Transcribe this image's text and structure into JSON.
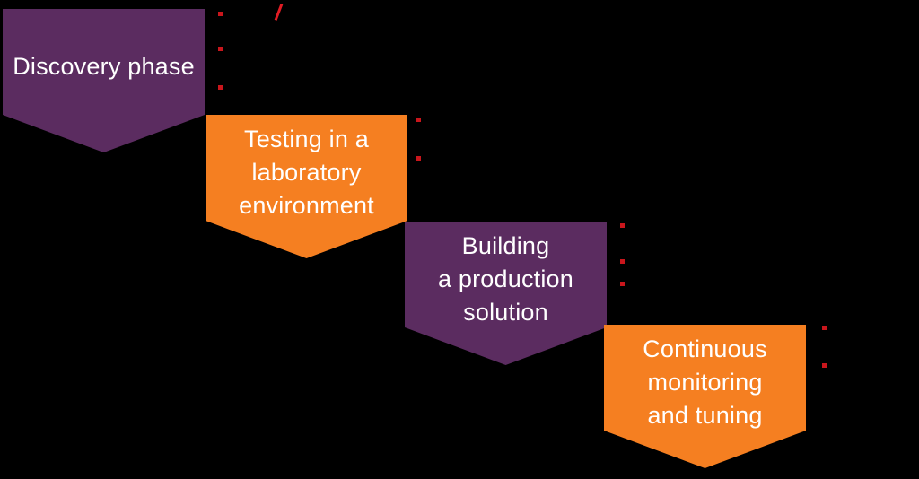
{
  "diagram": {
    "background_color": "#000000",
    "text_color": "#ffffff",
    "marker_color": "#c9161c",
    "slash_color": "#e11c24",
    "slash_glyph": "/",
    "phases": [
      {
        "name": "discovery",
        "fill": "#5b2c60",
        "lines": [
          "Discovery phase"
        ],
        "marker_offsets_y": [
          3,
          42,
          85
        ]
      },
      {
        "name": "laboratory-testing",
        "fill": "#f57f21",
        "lines": [
          "Testing in a",
          "laboratory",
          "environment"
        ],
        "marker_offsets_y": [
          3,
          46
        ]
      },
      {
        "name": "production-build",
        "fill": "#5b2c60",
        "lines": [
          "Building",
          "a production",
          "solution"
        ],
        "marker_offsets_y": [
          2,
          42,
          67
        ]
      },
      {
        "name": "monitoring-tuning",
        "fill": "#f57f21",
        "lines": [
          "Continuous",
          "monitoring",
          "and tuning"
        ],
        "marker_offsets_y": [
          1,
          43
        ]
      }
    ]
  }
}
